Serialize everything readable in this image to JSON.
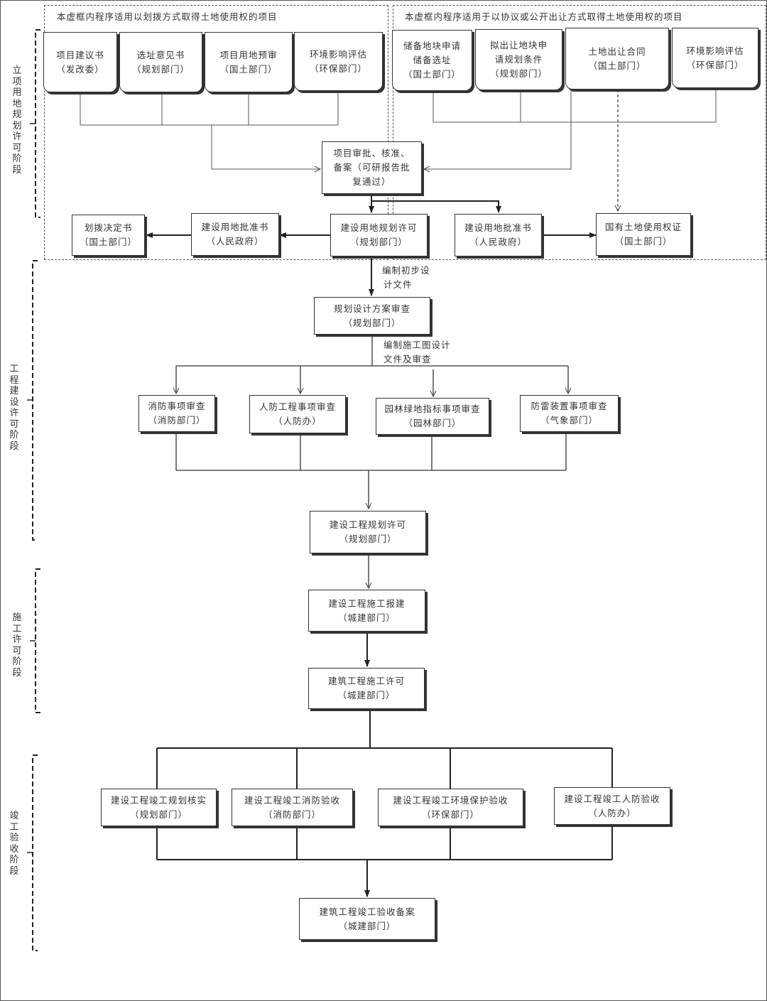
{
  "stages": {
    "s1": "立项用地规划许可阶段",
    "s2": "工程建设许可阶段",
    "s3": "施工许可阶段",
    "s4": "竣工验收阶段"
  },
  "notes": {
    "left_scope": "本虚框内程序适用以划拨方式取得土地使用权的项目",
    "right_scope": "本虚框内程序适用于以协议或公开出让方式取得土地使用权的项目",
    "prelim_design_1": "编制初步设",
    "prelim_design_2": "计文件",
    "construction_drawing_1": "编制施工图设计",
    "construction_drawing_2": "文件及审查"
  },
  "boxes": {
    "proposal": {
      "title": "项目建议书",
      "dept": "（发改委）"
    },
    "site_opinion": {
      "title": "选址意见书",
      "dept": "（规划部门）"
    },
    "land_pre_review_l": {
      "title": "项目用地预审",
      "dept": "（国土部门）"
    },
    "eia_l": {
      "title": "环境影响评估",
      "dept": "（环保部门）"
    },
    "reserve_land": {
      "title": "储备地块申请",
      "title2": "储备选址",
      "dept": "（国土部门）"
    },
    "planning_conditions": {
      "title": "拟出让地块申",
      "title2": "请规划条件",
      "dept": "（规划部门）"
    },
    "land_contract": {
      "title": "土地出让合同",
      "dept": "（国土部门）"
    },
    "eia_r": {
      "title": "环境影响评估",
      "dept": "（环保部门）"
    },
    "approval": {
      "title": "项目审批、核准、",
      "title2": "备案（可研报告批",
      "title3": "复通过）"
    },
    "land_planning_permit": {
      "title": "建设用地规划许可",
      "dept": "（规划部门）"
    },
    "land_approval_l": {
      "title": "建设用地批准书",
      "dept": "（人民政府）"
    },
    "allocation_decision": {
      "title": "划拨决定书",
      "dept": "（国土部门）"
    },
    "land_approval_r": {
      "title": "建设用地批准书",
      "dept": "（人民政府）"
    },
    "land_use_cert": {
      "title": "国有土地使用权证",
      "dept": "（国土部门）"
    },
    "scheme_review": {
      "title": "规划设计方案审查",
      "dept": "（规划部门）"
    },
    "fire_review": {
      "title": "消防事项审查",
      "dept": "（消防部门）"
    },
    "civil_defense_review": {
      "title": "人防工程事项审查",
      "dept": "（人防办）"
    },
    "greening_review": {
      "title": "园林绿地指标事项审查",
      "dept": "（园林部门）"
    },
    "lightning_review": {
      "title": "防雷装置事项审查",
      "dept": "（气象部门）"
    },
    "engineering_permit": {
      "title": "建设工程规划许可",
      "dept": "（规划部门）"
    },
    "construction_report": {
      "title": "建设工程施工报建",
      "dept": "（城建部门）"
    },
    "construction_permit": {
      "title": "建筑工程施工许可",
      "dept": "（城建部门）"
    },
    "planning_check": {
      "title": "建设工程竣工规划核实",
      "dept": "（规划部门）"
    },
    "fire_acceptance": {
      "title": "建设工程竣工消防验收",
      "dept": "（消防部门）"
    },
    "env_acceptance": {
      "title": "建设工程竣工环境保护验收",
      "dept": "（环保部门）"
    },
    "civil_defense_acceptance": {
      "title": "建设工程竣工人防验收",
      "dept": "（人防办）"
    },
    "completion_filing": {
      "title": "建筑工程竣工验收备案",
      "dept": "（城建部门）"
    }
  }
}
